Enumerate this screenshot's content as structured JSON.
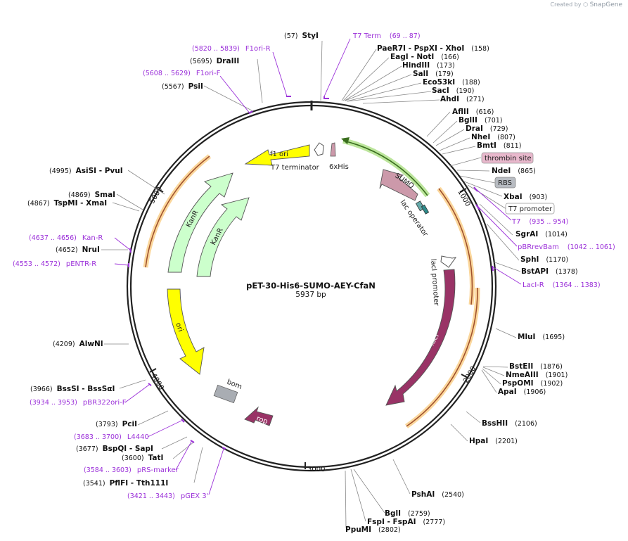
{
  "app": {
    "created_by": "Created by",
    "brand": "SnapGene"
  },
  "plasmid": {
    "name": "pET-30-His6-SUMO-AEY-CfaN",
    "size": "5937 bp"
  },
  "ticks": [
    "1000",
    "2000",
    "3000",
    "4000",
    "5000"
  ],
  "features": {
    "f1_ori": "f1 ori",
    "t7_terminator": "T7 terminator",
    "his6": "6xHis",
    "sumo": "SUMO",
    "lac_operator": "lac operator",
    "laci_promoter": "lacI promoter",
    "laci": "lacI",
    "kanr_outer": "KanR",
    "kanr_inner": "KanR",
    "ori": "ori",
    "bom": "bom",
    "rop": "rop"
  },
  "boxed": {
    "thrombin": "thrombin site",
    "rbs": "RBS",
    "t7_promoter": "T7 promoter"
  },
  "enzymes_top": [
    {
      "pos": "(57)",
      "name": "StyI"
    },
    {
      "name": "PaeR7I  - PspXI  - XhoI",
      "pos": "(158)"
    },
    {
      "name": "EagI  - NotI",
      "pos": "(166)"
    },
    {
      "name": "HindIII",
      "pos": "(173)"
    },
    {
      "name": "SalI",
      "pos": "(179)"
    },
    {
      "name": "Eco53kI",
      "pos": "(188)"
    },
    {
      "name": "SacI",
      "pos": "(190)"
    },
    {
      "name": "AhdI",
      "pos": "(271)"
    }
  ],
  "enzymes_right": [
    {
      "name": "AflII",
      "pos": "(616)"
    },
    {
      "name": "BglII",
      "pos": "(701)"
    },
    {
      "name": "DraI",
      "pos": "(729)"
    },
    {
      "name": "NheI",
      "pos": "(807)"
    },
    {
      "name": "BmtI",
      "pos": "(811)"
    },
    {
      "name": "NdeI",
      "pos": "(865)"
    },
    {
      "name": "XbaI",
      "pos": "(903)"
    },
    {
      "name": "SgrAI",
      "pos": "(1014)"
    },
    {
      "name": "SphI",
      "pos": "(1170)"
    },
    {
      "name": "BstAPI",
      "pos": "(1378)"
    },
    {
      "name": "MluI",
      "pos": "(1695)"
    },
    {
      "name": "BstEII",
      "pos": "(1876)"
    },
    {
      "name": "NmeAIII",
      "pos": "(1901)"
    },
    {
      "name": "PspOMI",
      "pos": "(1902)"
    },
    {
      "name": "ApaI",
      "pos": "(1906)"
    },
    {
      "name": "BssHII",
      "pos": "(2106)"
    },
    {
      "name": "HpaI",
      "pos": "(2201)"
    },
    {
      "name": "PshAI",
      "pos": "(2540)"
    },
    {
      "name": "BglI",
      "pos": "(2759)"
    },
    {
      "name": "FspI  - FspAI",
      "pos": "(2777)"
    },
    {
      "name": "PpuMI",
      "pos": "(2802)"
    }
  ],
  "enzymes_left": [
    {
      "pos": "(5695)",
      "name": "DraIII"
    },
    {
      "pos": "(5567)",
      "name": "PsiI"
    },
    {
      "pos": "(4995)",
      "name": "AsiSI  - PvuI"
    },
    {
      "pos": "(4869)",
      "name": "SmaI"
    },
    {
      "pos": "(4867)",
      "name": "TspMI  - XmaI"
    },
    {
      "pos": "(4652)",
      "name": "NruI"
    },
    {
      "pos": "(4209)",
      "name": "AlwNI"
    },
    {
      "pos": "(3966)",
      "name": "BssSI  - BssSαI"
    },
    {
      "pos": "(3793)",
      "name": "PciI"
    },
    {
      "pos": "(3677)",
      "name": "BspQI  - SapI"
    },
    {
      "pos": "(3600)",
      "name": "TatI"
    },
    {
      "pos": "(3541)",
      "name": "PflFI  - Tth111I"
    }
  ],
  "primers": [
    {
      "name": "T7 Term",
      "pos": "(69 .. 87)"
    },
    {
      "pos": "(5820 .. 5839)",
      "name": "F1ori-R"
    },
    {
      "pos": "(5608 .. 5629)",
      "name": "F1ori-F"
    },
    {
      "name": "T7",
      "pos": "(935 .. 954)"
    },
    {
      "name": "pBRrevBam",
      "pos": "(1042 .. 1061)"
    },
    {
      "name": "LacI-R",
      "pos": "(1364 .. 1383)"
    },
    {
      "pos": "(4637 .. 4656)",
      "name": "Kan-R"
    },
    {
      "pos": "(4553 .. 4572)",
      "name": "pENTR-R"
    },
    {
      "pos": "(3934 .. 3953)",
      "name": "pBR322ori-F"
    },
    {
      "pos": "(3683 .. 3700)",
      "name": "L4440"
    },
    {
      "pos": "(3584 .. 3603)",
      "name": "pRS-marker"
    },
    {
      "pos": "(3421 .. 3443)",
      "name": "pGEX 3'"
    }
  ],
  "colors": {
    "backbone": "#222222",
    "primer": "#9b30d9",
    "f1_ori": "#ffff00",
    "ori": "#ffff00",
    "kanr": "#ccffcc",
    "laci": "#993366",
    "rop": "#993366",
    "sumo": "#cc99aa",
    "his6": "#cc99aa",
    "bom": "#a9adb3",
    "highlight_orange": "#f6a623",
    "highlight_green": "#8fd35a"
  }
}
